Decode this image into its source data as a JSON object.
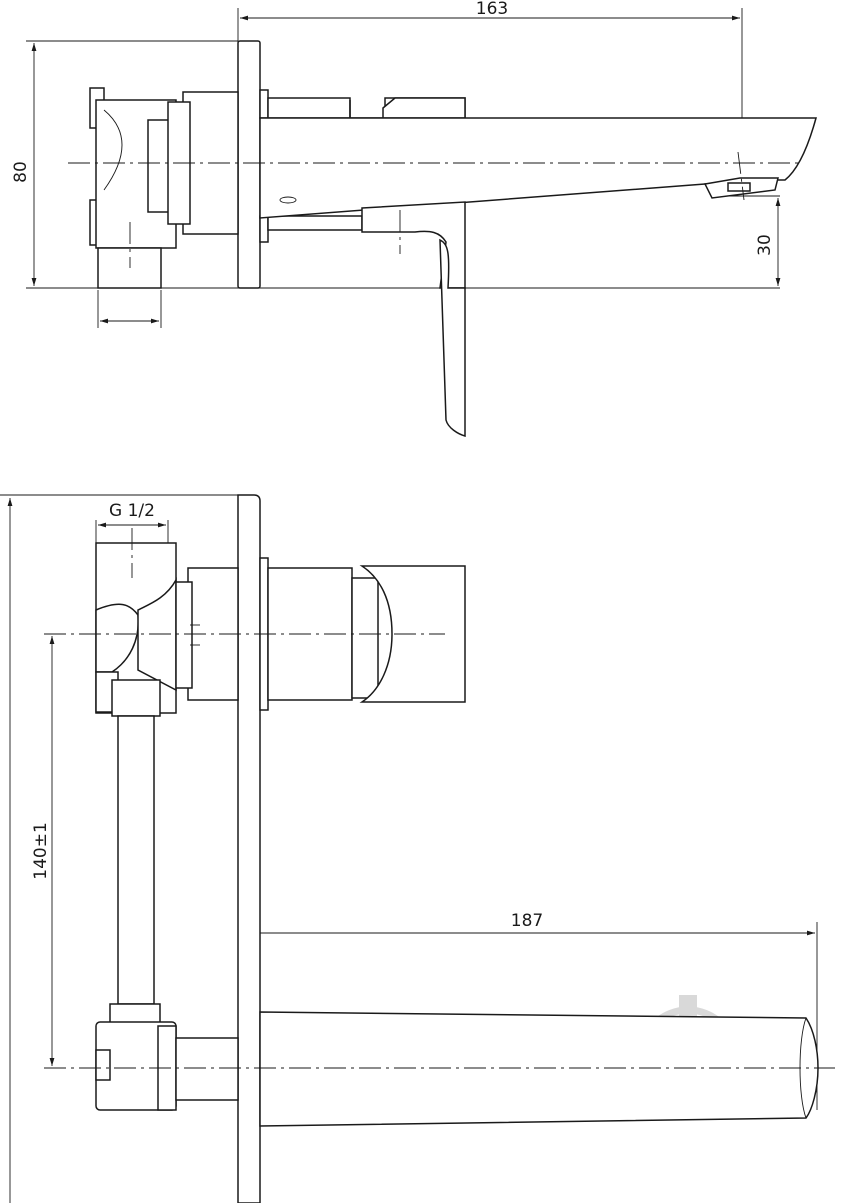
{
  "side_view": {
    "dim_width": "163",
    "dim_height": "80",
    "dim_spout_height": "30"
  },
  "front_view": {
    "dim_thread": "G 1/2",
    "dim_spacing": "140±1",
    "dim_spout_length": "187"
  },
  "watermark": {
    "icon": "downward-arrow-in-circle-icon",
    "color": "#d9d9d9"
  },
  "line_color": "#1a1a1a"
}
